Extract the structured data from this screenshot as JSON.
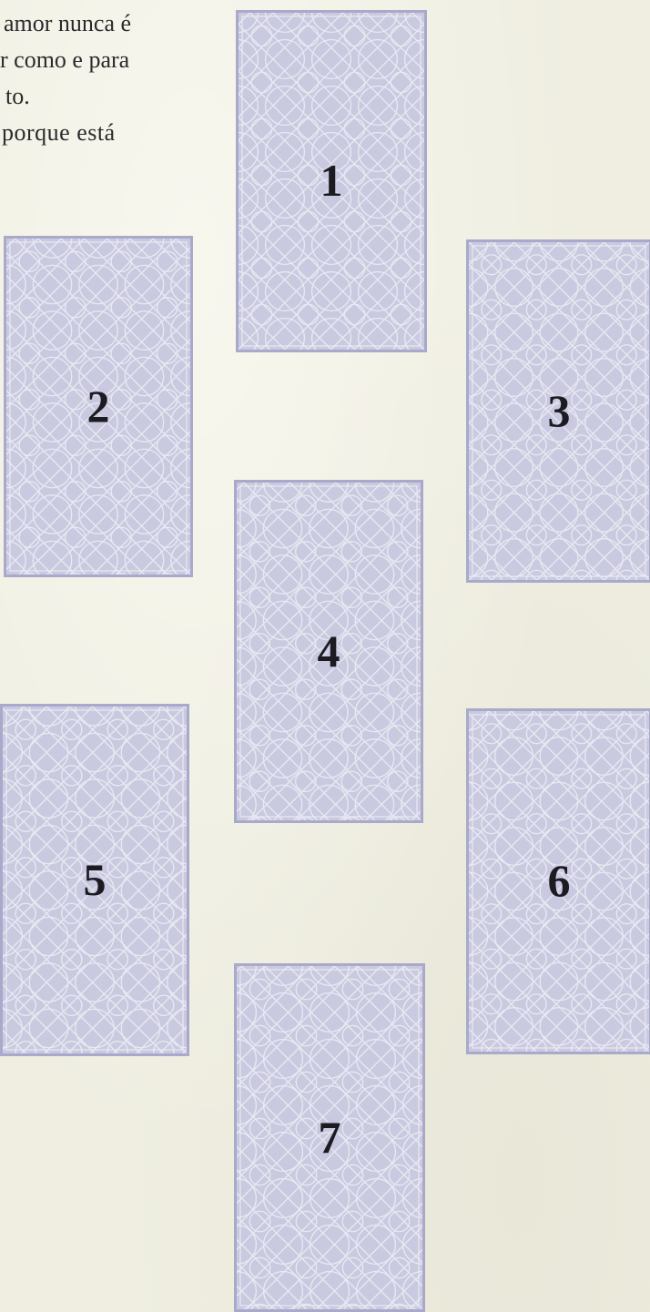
{
  "page": {
    "text_lines": [
      "amor nunca é",
      "r como e para",
      "to.",
      "porque está"
    ]
  },
  "cards": [
    {
      "id": "card-1",
      "number": "1"
    },
    {
      "id": "card-2",
      "number": "2"
    },
    {
      "id": "card-3",
      "number": "3"
    },
    {
      "id": "card-4",
      "number": "4"
    },
    {
      "id": "card-5",
      "number": "5"
    },
    {
      "id": "card-6",
      "number": "6"
    },
    {
      "id": "card-7",
      "number": "7"
    }
  ],
  "colors": {
    "paper": "#efeee1",
    "card_fill": "#c9c9e0",
    "card_border": "#a9a9cb",
    "card_pattern": "#eeeef6",
    "text": "#2b2a2c"
  }
}
